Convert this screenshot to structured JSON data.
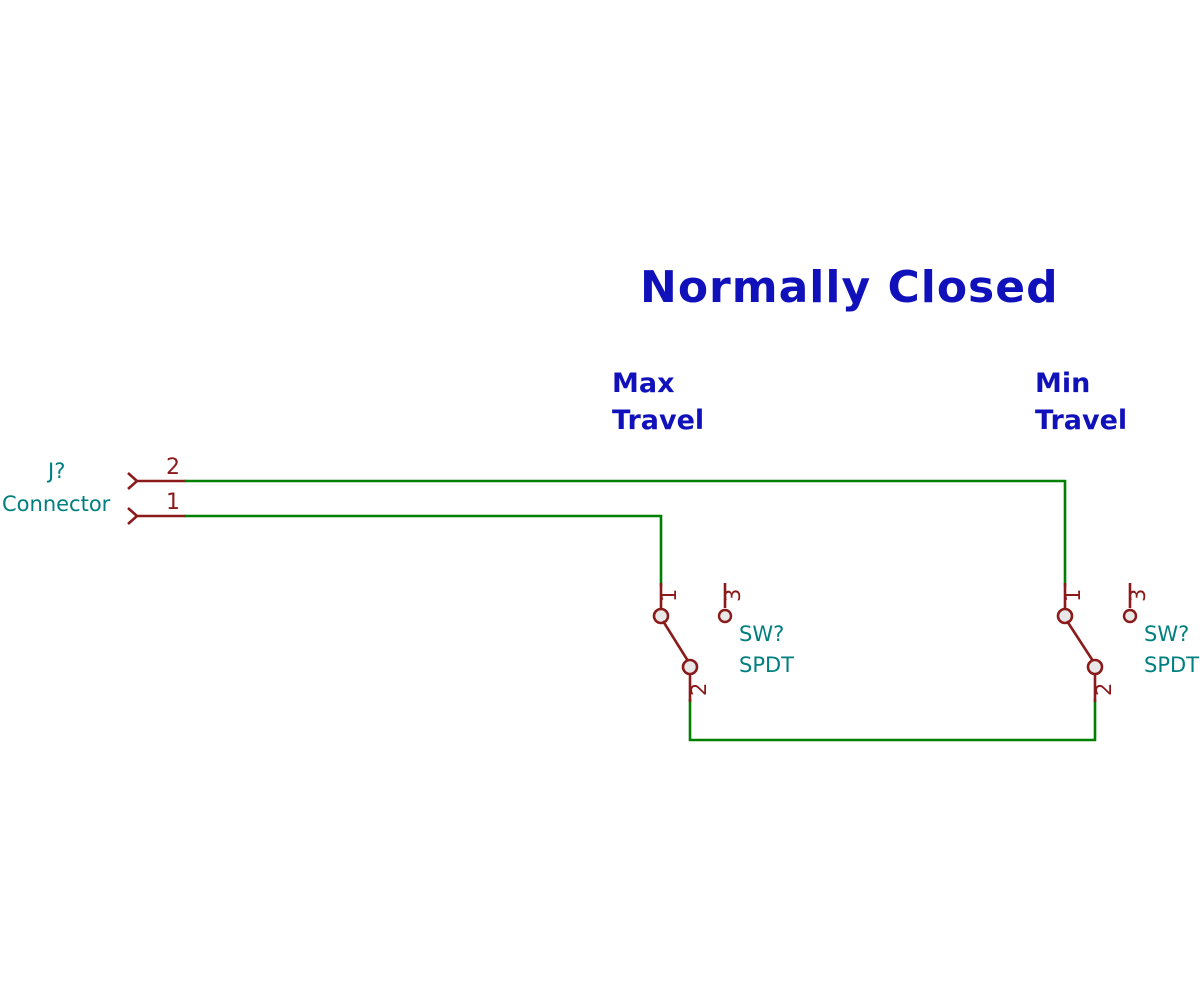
{
  "colors": {
    "background": "#ffffff",
    "title": "#1111bb",
    "label": "#1111bb",
    "reference": "#007f7f",
    "pin_line": "#8b1a1a",
    "pin_number": "#8b1a1a",
    "wire": "#008000",
    "terminal_fill": "#e8e8e8"
  },
  "title": {
    "text": "Normally Closed"
  },
  "labels": {
    "max_travel_line1": "Max",
    "max_travel_line2": "Travel",
    "min_travel_line1": "Min",
    "min_travel_line2": "Travel"
  },
  "connector": {
    "ref": "J?",
    "type": "Connector",
    "pins": [
      {
        "number": "2"
      },
      {
        "number": "1"
      }
    ]
  },
  "switches": [
    {
      "id": "max-travel-switch",
      "ref": "SW?",
      "type": "SPDT",
      "pins": [
        {
          "number": "1"
        },
        {
          "number": "2"
        },
        {
          "number": "3"
        }
      ]
    },
    {
      "id": "min-travel-switch",
      "ref": "SW?",
      "type": "SPDT",
      "pins": [
        {
          "number": "1"
        },
        {
          "number": "2"
        },
        {
          "number": "3"
        }
      ]
    }
  ],
  "nets": [
    {
      "name": "pin2-to-min-travel-common"
    },
    {
      "name": "pin1-to-max-travel-common"
    },
    {
      "name": "max-travel-no-to-min-travel-no"
    }
  ]
}
